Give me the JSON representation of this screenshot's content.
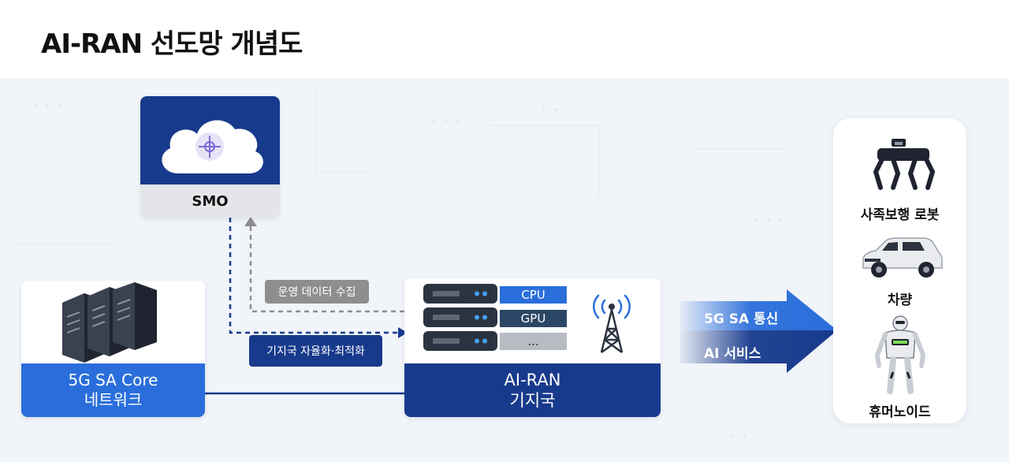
{
  "title": "AI-RAN 선도망 개념도",
  "smo": {
    "label": "SMO",
    "icon": "cloud-icon"
  },
  "core": {
    "line1": "5G SA Core",
    "line2": "네트워크",
    "icon": "server-tower-icon"
  },
  "base_station": {
    "line1": "AI-RAN",
    "line2": "기지국",
    "chips": [
      "CPU",
      "GPU",
      "..."
    ],
    "icons": [
      "server-rack-icon",
      "antenna-tower-icon"
    ]
  },
  "links": {
    "collect": "운영 데이터 수집",
    "optimize": "기지국 자율화·최적화"
  },
  "band": {
    "upper": "5G SA 통신",
    "lower": "AI 서비스"
  },
  "devices": [
    {
      "label": "사족보행 로봇",
      "icon": "quadruped-robot-icon"
    },
    {
      "label": "차량",
      "icon": "vehicle-icon"
    },
    {
      "label": "휴머노이드",
      "icon": "humanoid-robot-icon"
    }
  ],
  "colors": {
    "navy": "#173a8c",
    "blue": "#2a6edb",
    "gray": "#8e8e8e",
    "background": "#f1f4f9"
  }
}
